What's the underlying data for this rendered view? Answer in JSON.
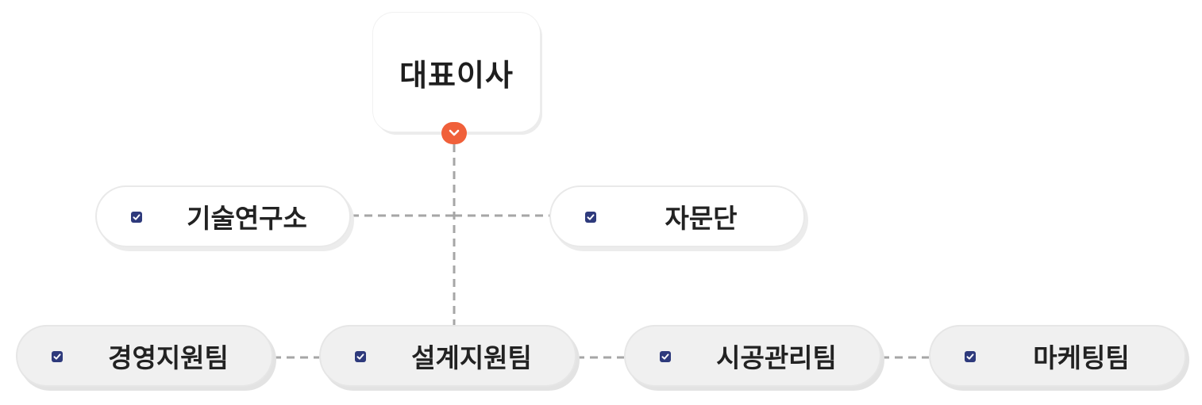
{
  "colors": {
    "accent": "#f0603a",
    "check_badge": "#2e3a7c",
    "connector": "#a6a6a6"
  },
  "root": {
    "label": "대표이사",
    "toggle_icon": "chevron-down-icon"
  },
  "side_units": [
    {
      "label": "기술연구소",
      "icon": "check-badge-icon"
    },
    {
      "label": "자문단",
      "icon": "check-badge-icon"
    }
  ],
  "teams": [
    {
      "label": "경영지원팀",
      "icon": "check-badge-icon"
    },
    {
      "label": "설계지원팀",
      "icon": "check-badge-icon"
    },
    {
      "label": "시공관리팀",
      "icon": "check-badge-icon"
    },
    {
      "label": "마케팅팀",
      "icon": "check-badge-icon"
    }
  ]
}
